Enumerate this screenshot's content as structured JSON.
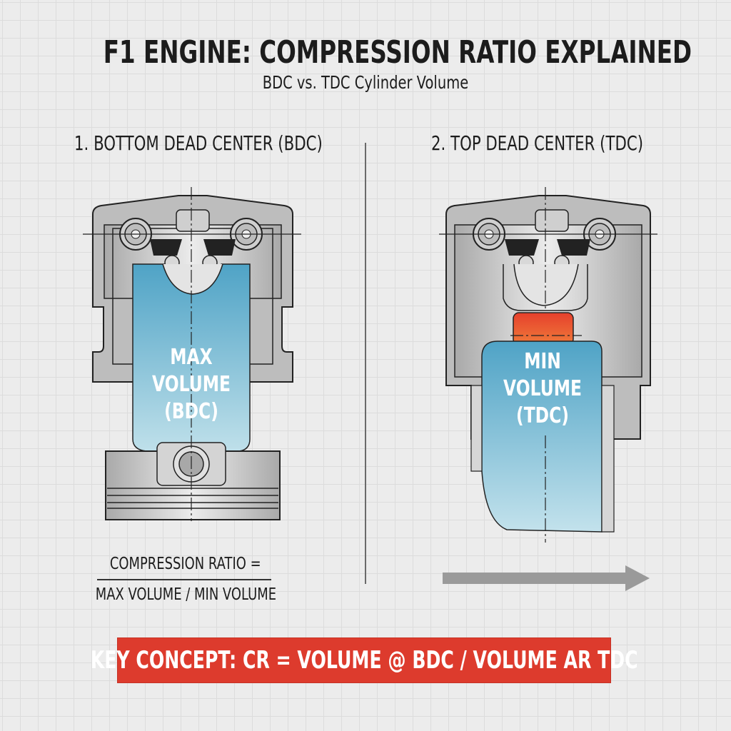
{
  "header": {
    "title": "F1 ENGINE: COMPRESSION RATIO EXPLAINED",
    "subtitle": "BDC vs. TDC Cylinder Volume"
  },
  "panels": [
    {
      "heading": "1. BOTTOM DEAD CENTER (BDC)",
      "volume_label": [
        "MAX",
        "VOLUME",
        "(BDC)"
      ]
    },
    {
      "heading": "2. TOP DEAD CENTER (TDC)",
      "volume_label": [
        "MIN",
        "VOLUME",
        "(TDC)"
      ]
    }
  ],
  "formula": {
    "numerator": "COMPRESSION RATIO =",
    "denominator": "MAX VOLUME / MIN VOLUME"
  },
  "key_concept": "KEY CONCEPT: CR = VOLUME @ BDC / VOLUME AR TDC",
  "colors": {
    "accent_red": "#dd3b2d",
    "chamber_blue_top": "#4fa3c6",
    "chamber_blue_bottom": "#bfe0ea",
    "metal_gray": "#b9b9b9",
    "arrow_gray": "#9a9a9a"
  },
  "icons": {
    "direction_arrow": "right-arrow-icon"
  }
}
